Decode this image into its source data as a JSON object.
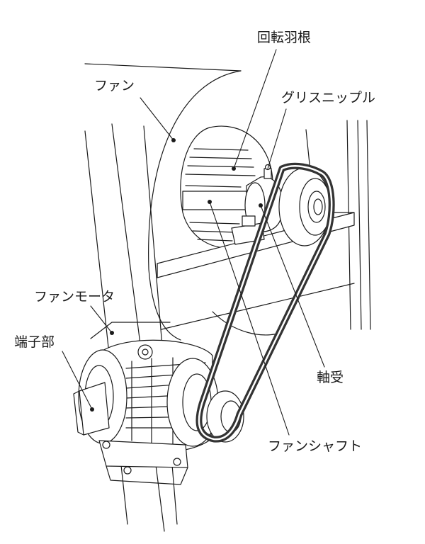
{
  "labels": {
    "rotor_blade": "回転羽根",
    "fan": "ファン",
    "grease_nipple": "グリスニップル",
    "fan_motor": "ファンモータ",
    "terminal": "端子部",
    "bearing": "軸受",
    "fan_shaft": "ファンシャフト"
  },
  "colors": {
    "line": "#1a1a1a",
    "belt": "#333333",
    "fill": "#ffffff"
  }
}
